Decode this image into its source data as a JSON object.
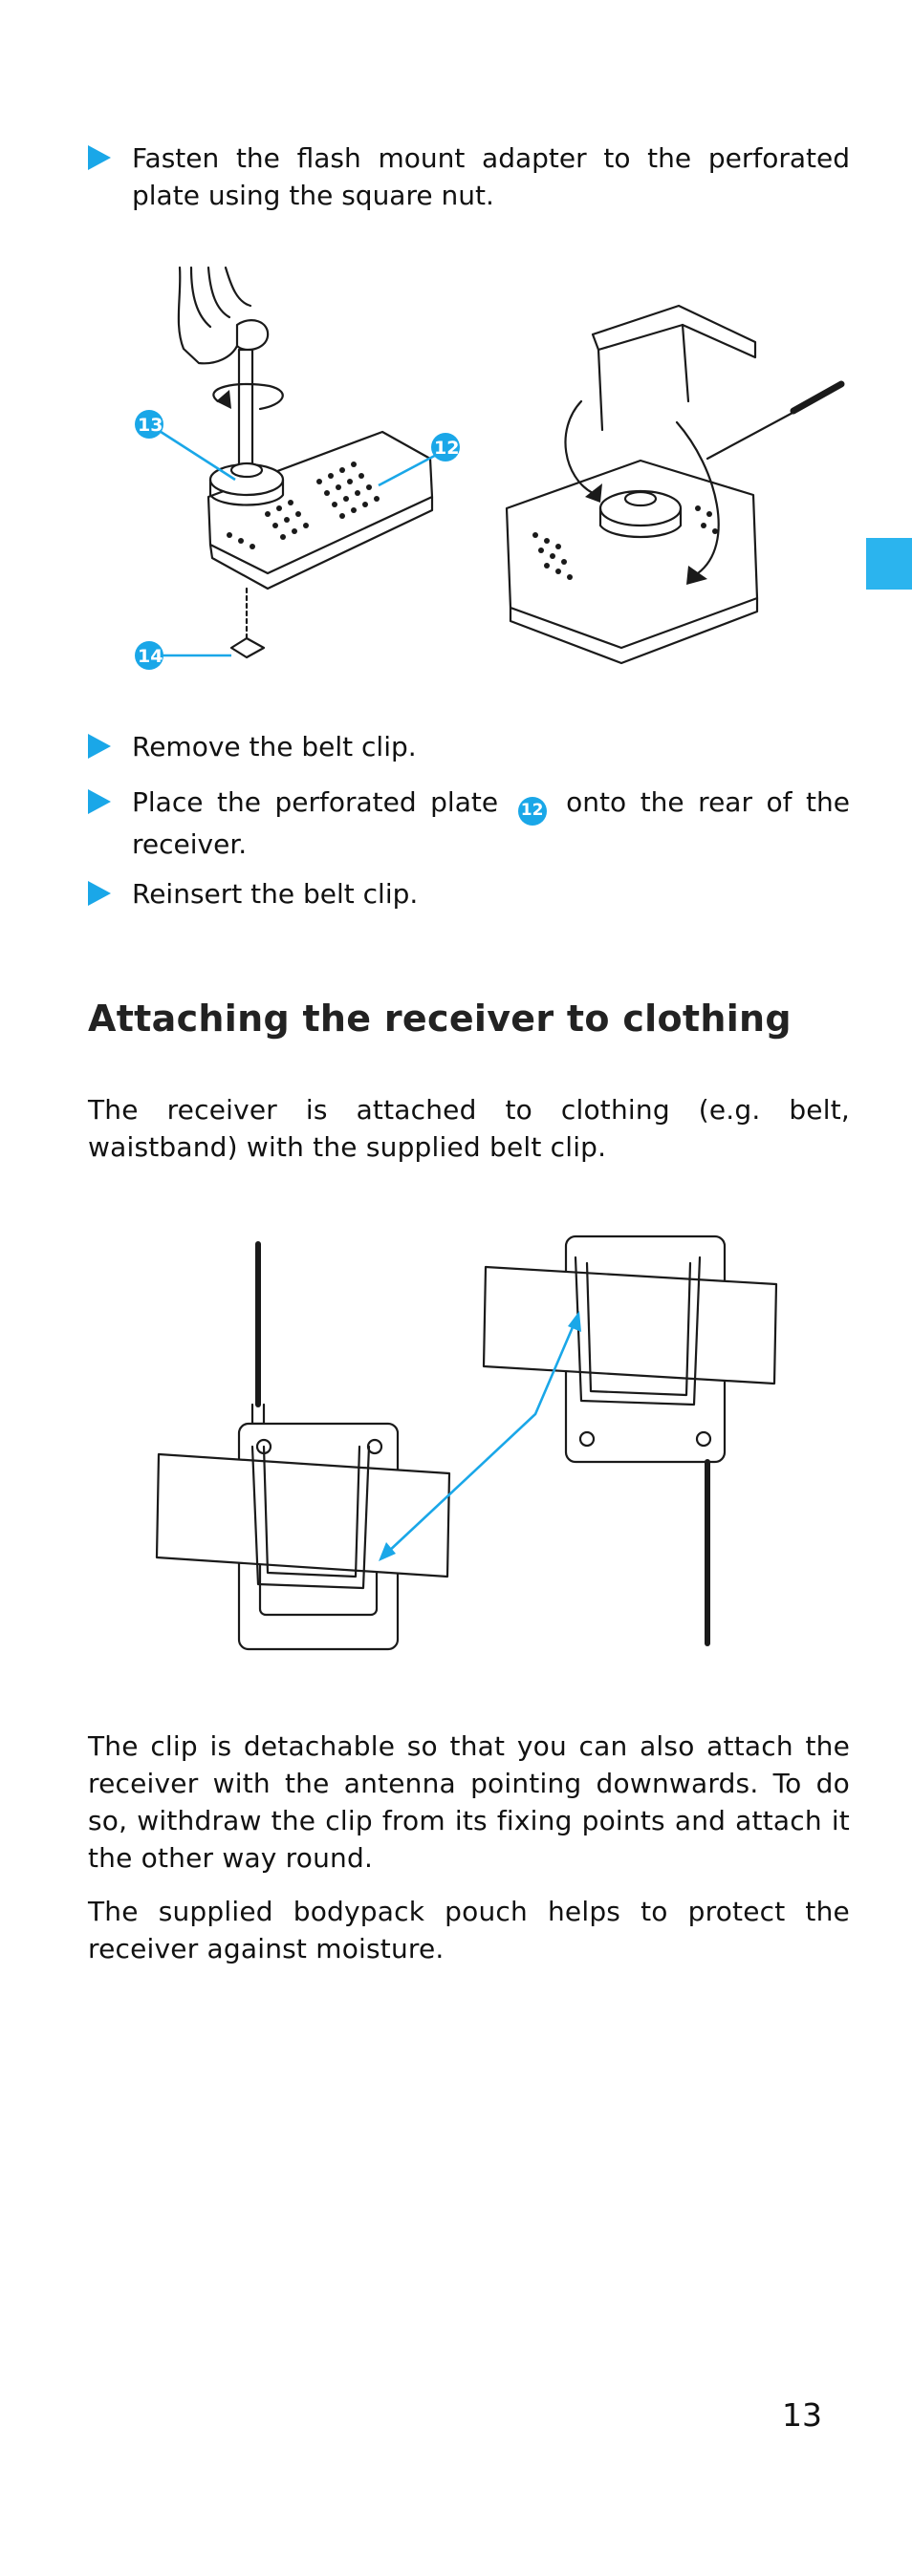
{
  "steps_top": [
    "Fasten the flash mount adapter to the perforated plate using the square nut."
  ],
  "steps_mid": {
    "remove": "Remove the belt clip.",
    "place_before": "Place the perforated plate",
    "place_badge": "12",
    "place_after": "onto the rear of the receiver.",
    "reinsert": "Reinsert the belt clip."
  },
  "figure1": {
    "callouts": [
      "13",
      "12",
      "14"
    ]
  },
  "section": {
    "heading": "Attaching the receiver to clothing",
    "intro": "The receiver is attached to clothing (e.g. belt, waistband) with the supplied belt clip.",
    "para1": "The clip is detachable so that you can also attach the receiver with the antenna pointing downwards. To do so, withdraw the clip from its fixing points and attach it the other way round.",
    "para2": "The supplied bodypack pouch helps to protect the receiver against moisture."
  },
  "page_number": "13",
  "colors": {
    "accent": "#1aa7e8",
    "tab": "#2bb4ee"
  }
}
